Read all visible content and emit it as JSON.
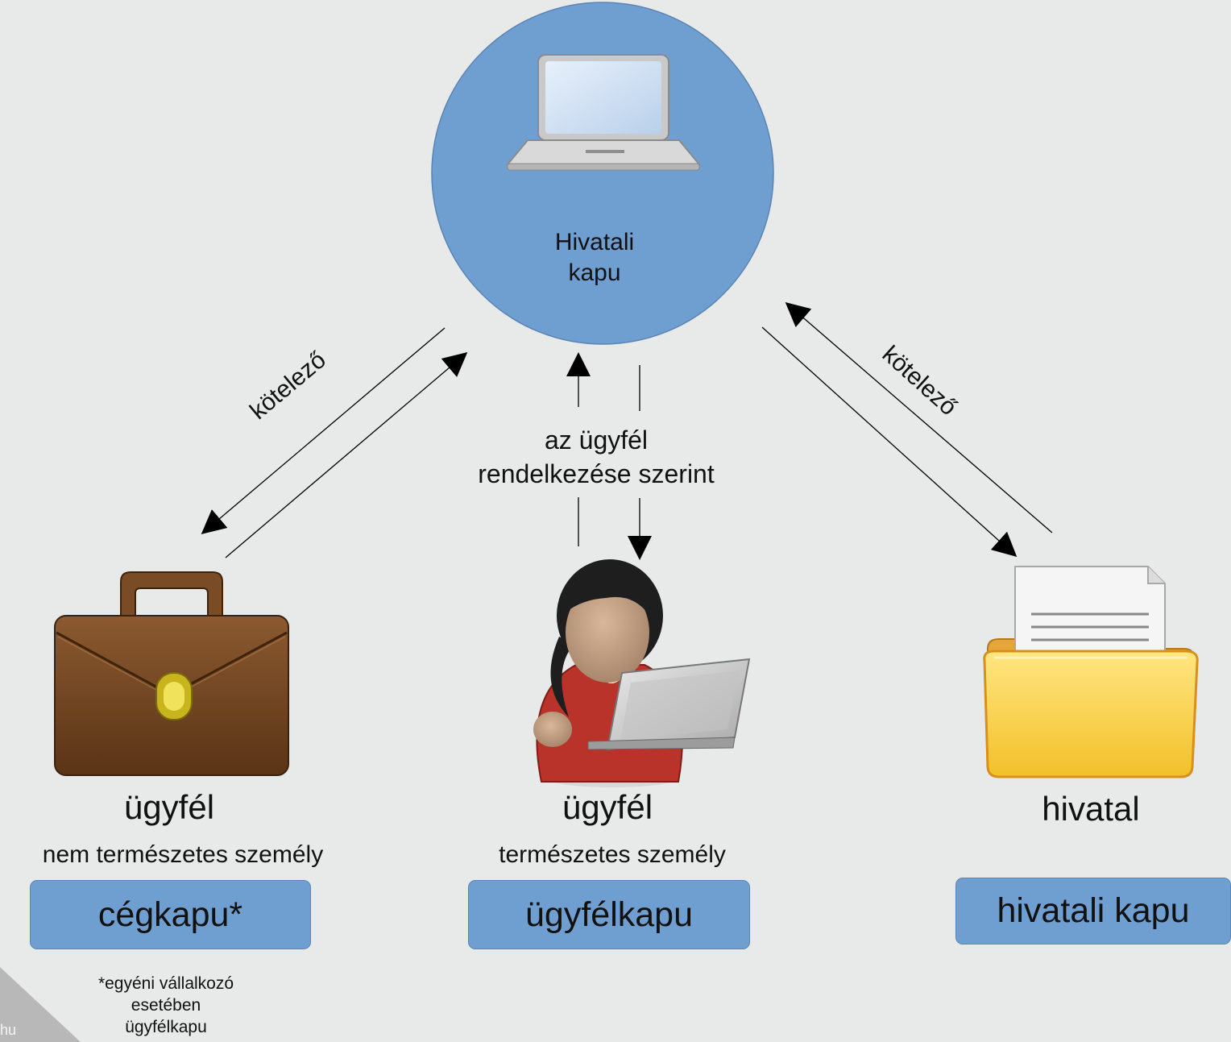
{
  "hub": {
    "line1": "Hivatali",
    "line2": "kapu",
    "icon": "laptop-icon"
  },
  "edges": {
    "left_label": "kötelező",
    "right_label": "kötelező",
    "middle_line1": "az ügyfél",
    "middle_line2": "rendelkezése szerint"
  },
  "nodes": {
    "left": {
      "icon": "briefcase-icon",
      "title": "ügyfél",
      "subtitle": "nem természetes személy",
      "gate": "cégkapu*"
    },
    "middle": {
      "icon": "person-with-laptop-icon",
      "title": "ügyfél",
      "subtitle": "természetes személy",
      "gate": "ügyfélkapu"
    },
    "right": {
      "icon": "document-folder-icon",
      "title": "hivatal",
      "gate": "hivatali kapu"
    }
  },
  "footnote": {
    "line1": "*egyéni vállalkozó",
    "line2": "esetében",
    "line3": "ügyfélkapu"
  },
  "corner_text": "hu",
  "colors": {
    "background": "#e8e9e9",
    "accent_blue": "#6f9fd1"
  }
}
